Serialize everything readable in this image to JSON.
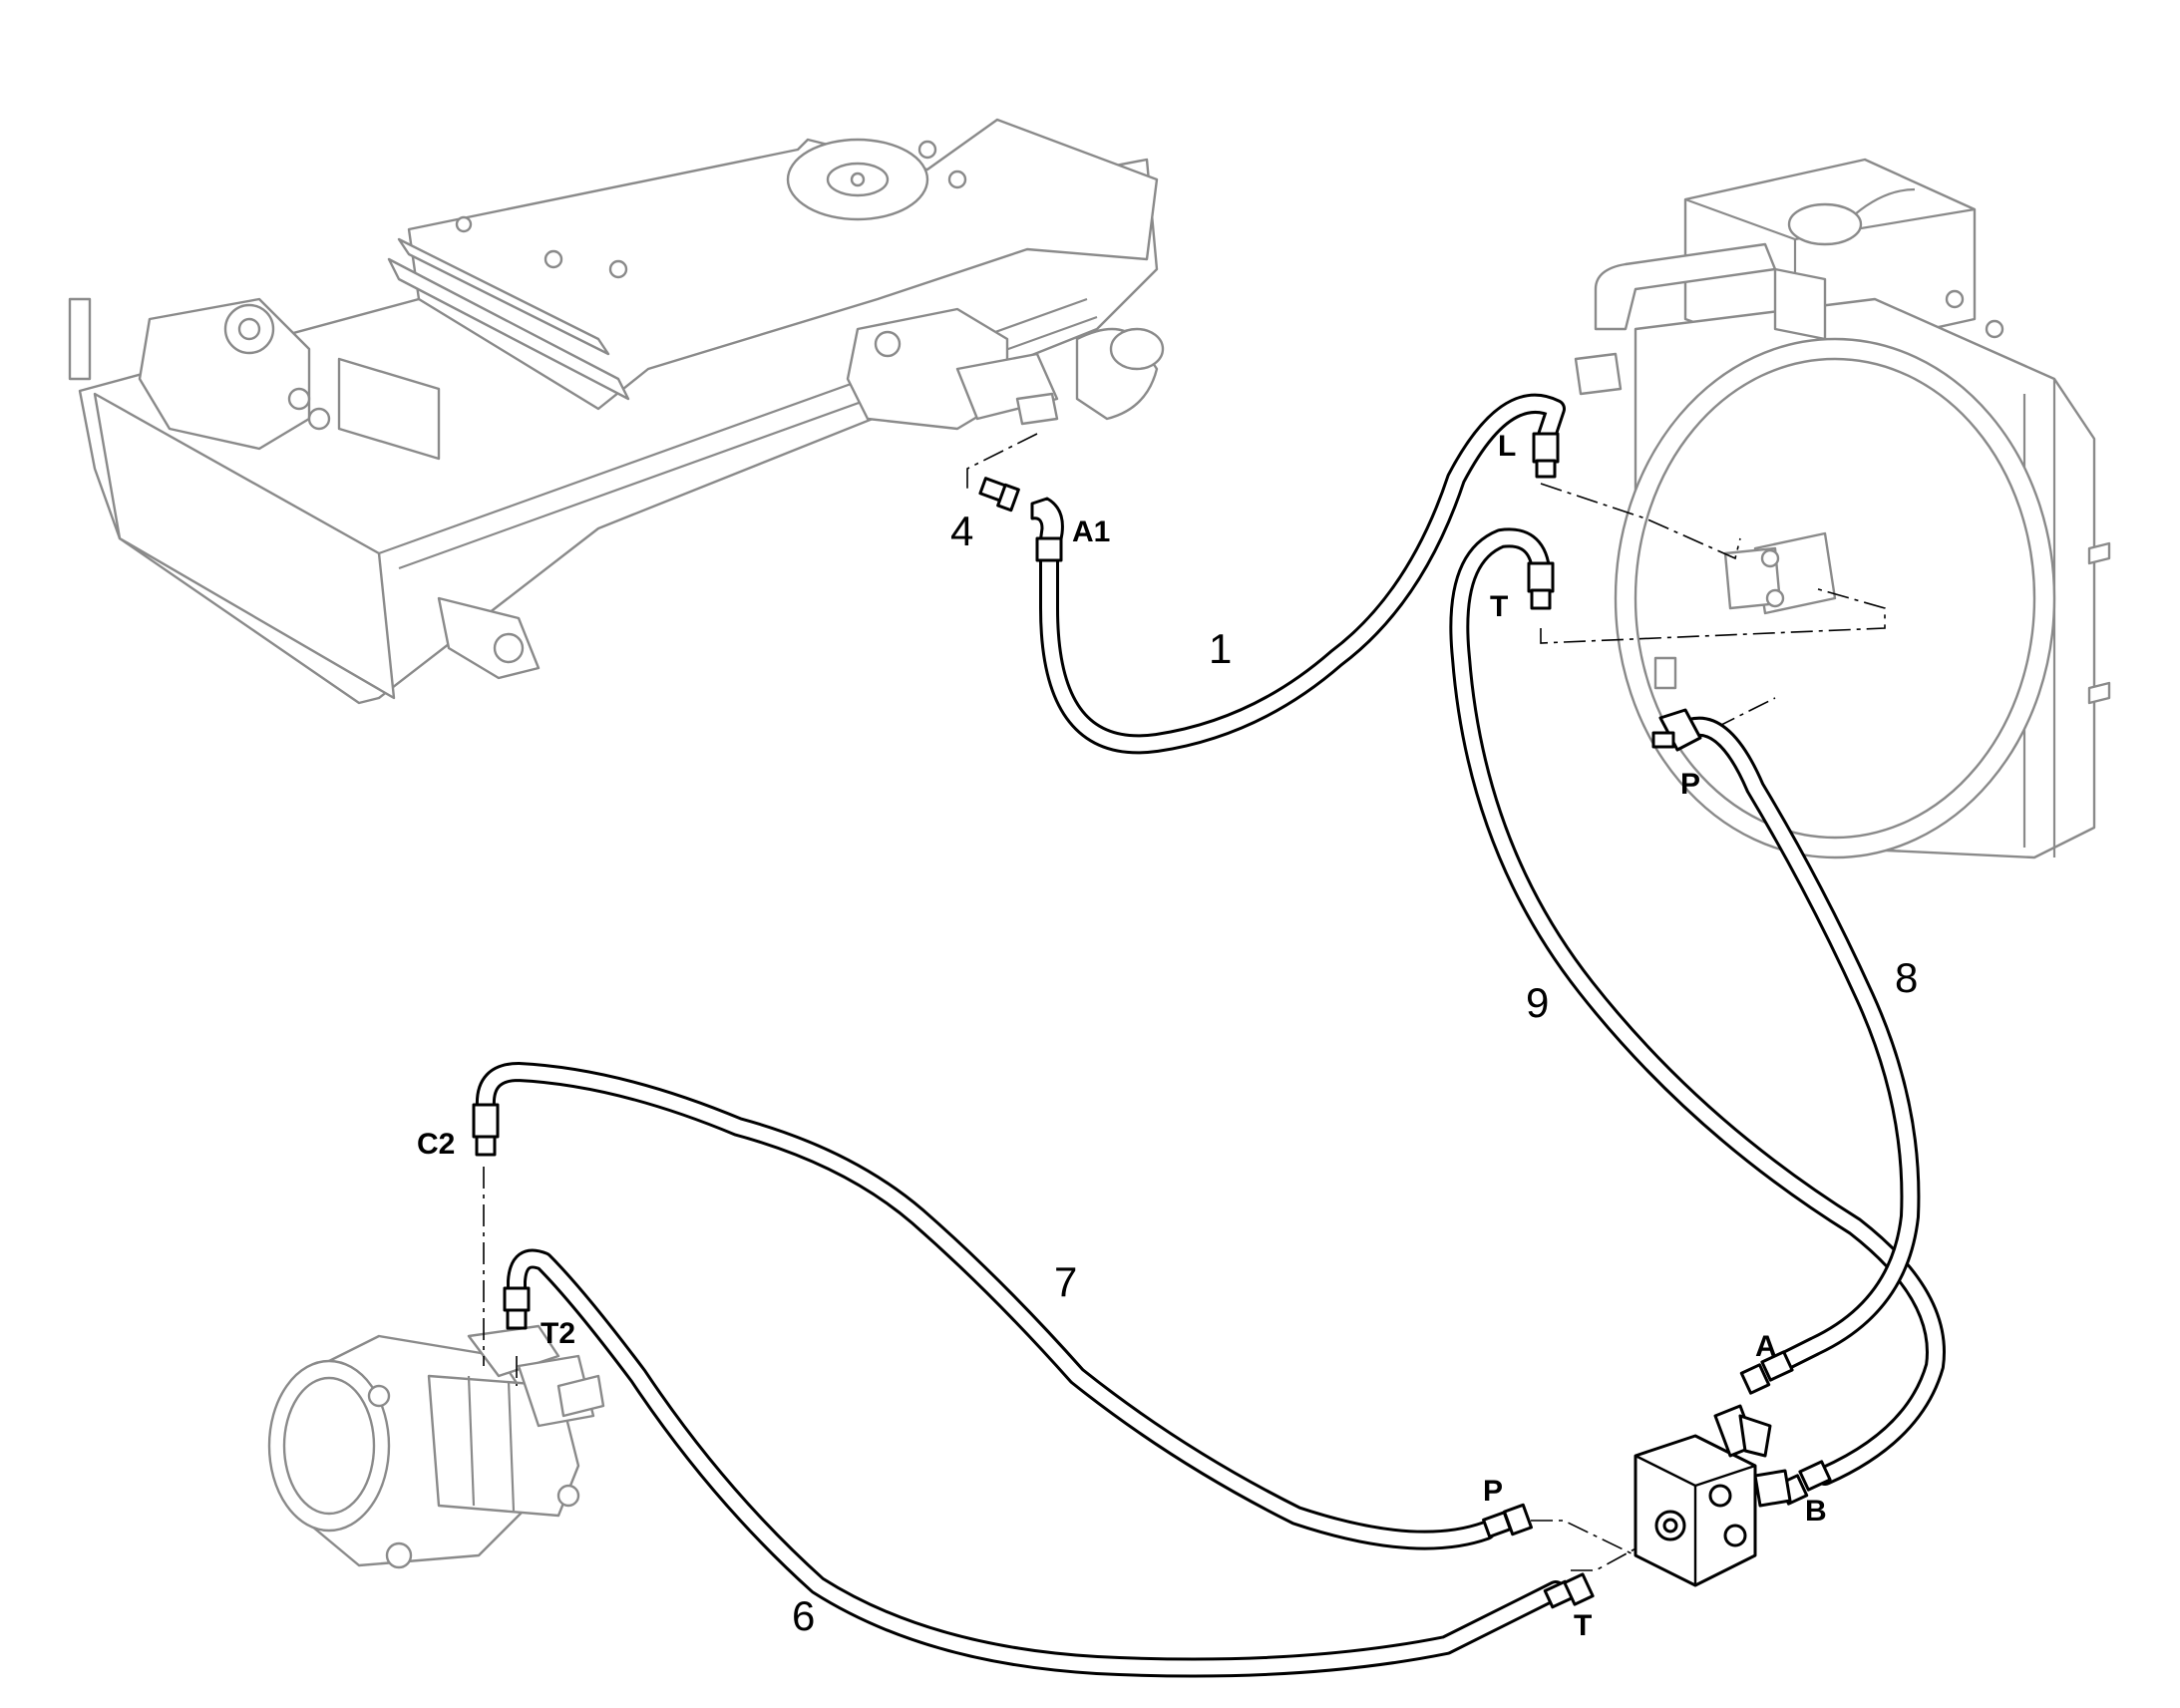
{
  "labels": {
    "hose_1": "1",
    "hose_4": "4",
    "hose_6": "6",
    "hose_7": "7",
    "hose_8": "8",
    "hose_9": "9",
    "port_a1": "A1",
    "port_l": "L",
    "port_t_fan": "T",
    "port_p_fan": "P",
    "port_c2": "C2",
    "port_t2": "T2",
    "port_p_valve": "P",
    "port_t_valve": "T",
    "port_a_valve": "A",
    "port_b_valve": "B"
  },
  "colors": {
    "hose": "#000000",
    "component_outline": "#8a8a8a",
    "valve_outline": "#000000"
  }
}
